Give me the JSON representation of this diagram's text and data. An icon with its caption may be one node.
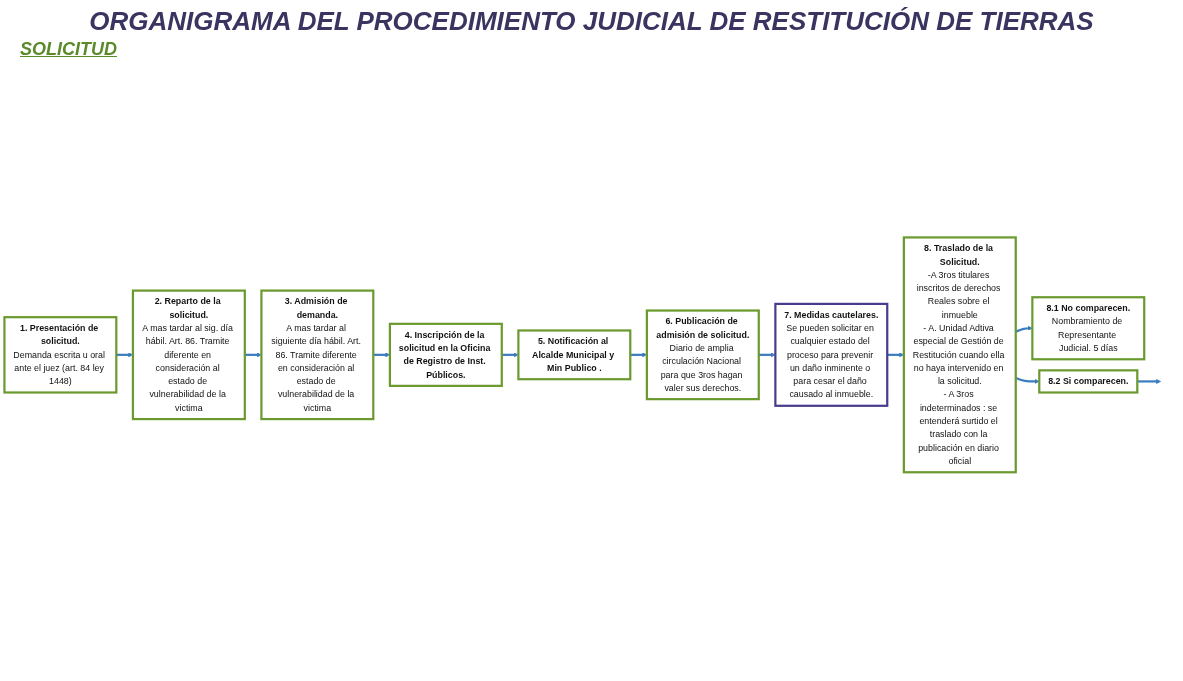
{
  "diagram": {
    "title": "ORGANIGRAMA DEL PROCEDIMIENTO JUDICIAL DE RESTITUCIÓN DE TIERRAS",
    "nodes": [
      {
        "text": [
          "1. Presentación de solicitud.",
          "Demanda escrita u oral ante el juez (art. 84 ley 1448)"
        ]
      },
      {
        "text": [
          "2. Reparto de la solicitud.",
          "A mas tardar al sig. día hábil. Art. 86. Tramite diferente en consideración al estado de vulnerabilidad de la victima"
        ]
      },
      {
        "text": [
          "3. Admisión de demanda.",
          "A mas tardar al siguiente día hábil. Art. 86. Tramite diferente en consideración al estado de vulnerabilidad de la victima"
        ]
      },
      {
        "text": [
          "4. Inscripción de la solicitud en la Oficina de Registro de Inst. Públicos."
        ]
      },
      {
        "text": [
          "5. Notificación al Alcalde Municipal y Min Publico ."
        ]
      },
      {
        "text": [
          "6. Publicación de admisión de solicitud.",
          "Diario de amplia circulación Nacional para que 3ros hagan valer sus derechos."
        ]
      },
      {
        "text": [
          "7. Medidas cautelares.",
          "Se pueden solicitar en cualquier estado del proceso para prevenir un daño inminente o para cesar el daño causado al inmueble."
        ]
      },
      {
        "text": [
          "8. Traslado de la Solicitud.",
          "-A 3ros titulares inscritos de derechos Reales sobre el inmueble",
          "- A. Unidad Adtiva especial de Gestión de Restitución cuando ella no haya intervenido en la solicitud.",
          "- A 3ros indeterminados : se entenderá surtido el traslado con la publicación en diario oficial"
        ]
      },
      {
        "text": [
          "8.1 No comparecen.",
          "Nombramiento de Representante Judicial. 5 días"
        ]
      },
      {
        "text": [
          "8.2 Si comparecen."
        ]
      }
    ],
    "edges": [
      {
        "from": 0,
        "to": 1,
        "arrow": "to"
      },
      {
        "from": 1,
        "to": 2,
        "arrow": "to"
      },
      {
        "from": 2,
        "to": 3,
        "arrow": "to"
      },
      {
        "from": 3,
        "to": 4,
        "arrow": "to"
      },
      {
        "from": 4,
        "to": 5,
        "arrow": "to"
      },
      {
        "from": 5,
        "to": 6,
        "arrow": "to"
      },
      {
        "from": 6,
        "to": 7,
        "arrow": "to"
      },
      {
        "from": 7,
        "to": 8,
        "arrow": "to"
      },
      {
        "from": 7,
        "to": 9,
        "arrow": "to"
      },
      {
        "from": 9,
        "to": null,
        "arrow": "to"
      }
    ],
    "labels": [
      "SOLICITUD"
    ]
  }
}
